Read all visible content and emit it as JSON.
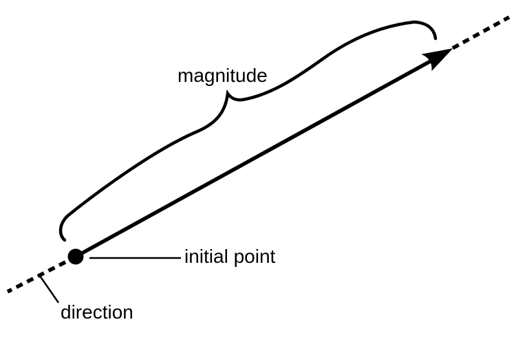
{
  "diagram": {
    "type": "vector-anatomy",
    "labels": {
      "magnitude": "magnitude",
      "initial_point": "initial point",
      "direction": "direction"
    },
    "colors": {
      "ink": "#000000",
      "background": "#ffffff"
    }
  }
}
